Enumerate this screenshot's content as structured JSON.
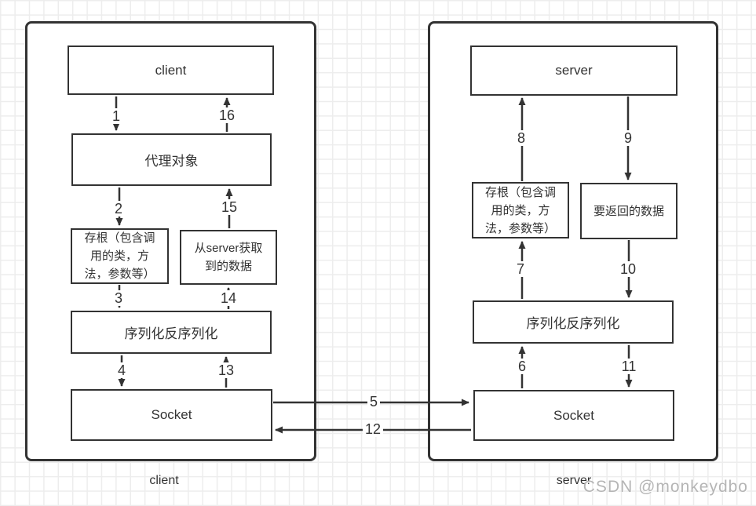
{
  "left_panel": {
    "caption": "client",
    "boxes": {
      "client": "client",
      "proxy": "代理对象",
      "stub": "存根（包含调\n用的类，方\n法，参数等）",
      "received": "从server获取\n到的数据",
      "serde": "序列化反序列化",
      "socket": "Socket"
    }
  },
  "right_panel": {
    "caption": "server",
    "boxes": {
      "server": "server",
      "stub": "存根（包含调\n用的类，方\n法，参数等）",
      "return_data": "要返回的数据",
      "serde": "序列化反序列化",
      "socket": "Socket"
    }
  },
  "arrows": {
    "labels": [
      "1",
      "2",
      "3",
      "4",
      "5",
      "6",
      "7",
      "8",
      "9",
      "10",
      "11",
      "12",
      "13",
      "14",
      "15",
      "16"
    ]
  },
  "watermark": "CSDN @monkeydbo",
  "colors": {
    "line": "#333333",
    "grid": "#ededed",
    "watermark": "#b5b5b5",
    "background": "#ffffff"
  }
}
